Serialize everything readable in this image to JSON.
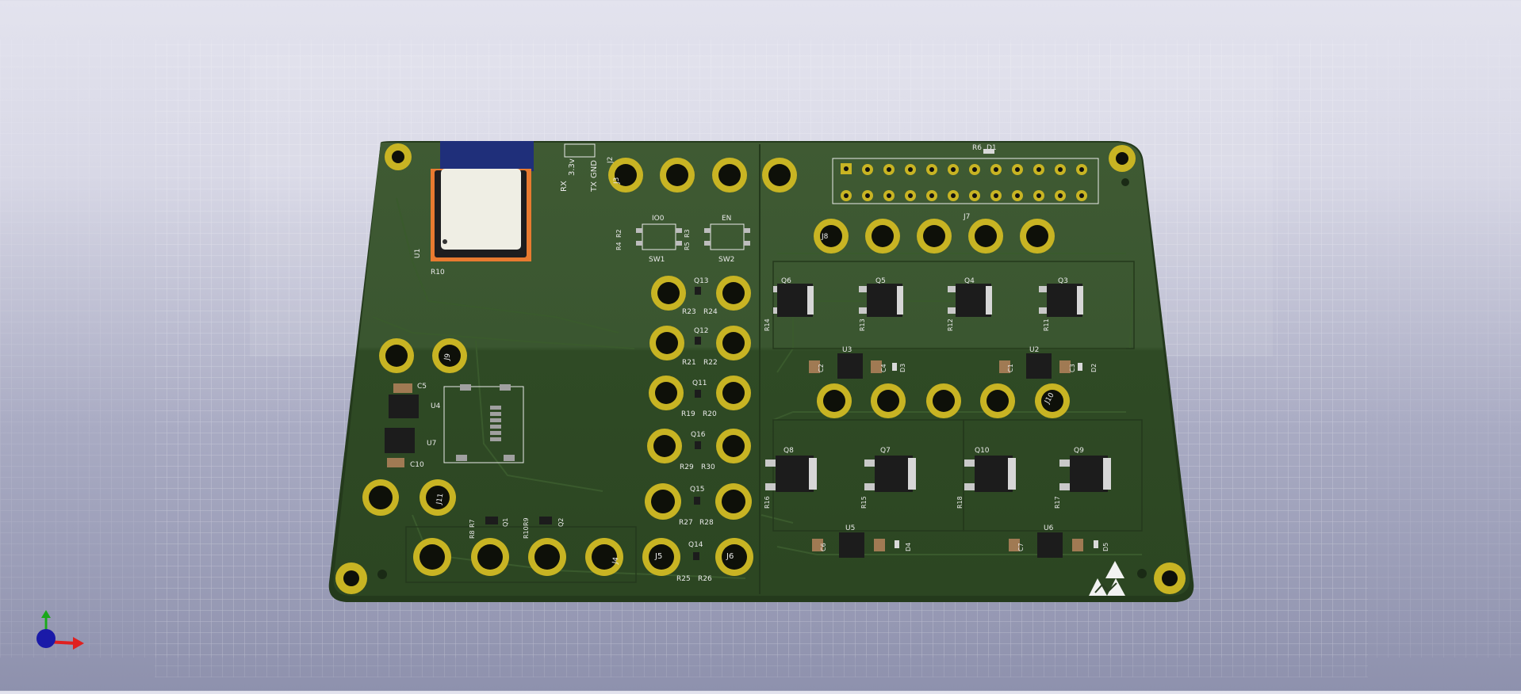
{
  "viewer": "3D PCB view",
  "colors": {
    "board": "#2f4a25",
    "board_edge": "#243a1c",
    "copper_pad": "#c8b423",
    "hole": "#0e1009",
    "silk": "#eaeaea",
    "ic": "#1c1c1c",
    "esp_module": "#efeee4",
    "antenna": "#1f2f7a"
  },
  "silkscreen": {
    "sw1": "SW1",
    "sw2": "SW2",
    "io0": "IO0",
    "en": "EN",
    "j2": "J2",
    "j3": "J3",
    "j4": "J4",
    "j5": "J5",
    "j6": "J6",
    "j7": "J7",
    "j8": "J8",
    "j9": "J9",
    "j10": "J10",
    "j11": "J11",
    "u1": "U1",
    "u2": "U2",
    "u3": "U3",
    "u4": "U4",
    "u5": "U5",
    "u6": "U6",
    "u7": "U7",
    "r10_top": "R10",
    "q1": "Q1",
    "q2": "Q2",
    "q3": "Q3",
    "q4": "Q4",
    "q5": "Q5",
    "q6": "Q6",
    "q7": "Q7",
    "q8": "Q8",
    "q9": "Q9",
    "q10": "Q10",
    "q11": "Q11",
    "q12": "Q12",
    "q13": "Q13",
    "q14": "Q14",
    "q15": "Q15",
    "q16": "Q16",
    "r2": "R2",
    "r3": "R3",
    "r4": "R4",
    "r5": "R5",
    "r6": "R6",
    "r7": "R7",
    "r8": "R8",
    "r9": "R9",
    "r10": "R10",
    "r11": "R11",
    "r12": "R12",
    "r13": "R13",
    "r14": "R14",
    "r15": "R15",
    "r16": "R16",
    "r17": "R17",
    "r18": "R18",
    "r19": "R19",
    "r20": "R20",
    "r21": "R21",
    "r22": "R22",
    "r23": "R23",
    "r24": "R24",
    "r25": "R25",
    "r26": "R26",
    "r27": "R27",
    "r28": "R28",
    "r29": "R29",
    "r30": "R30",
    "c1": "C1",
    "c2": "C2",
    "c3": "C3",
    "c4": "C4",
    "c5": "C5",
    "c6": "C6",
    "c7": "C7",
    "c10": "C10",
    "d1": "D1",
    "d2": "D2",
    "d3": "D3",
    "d4": "D4",
    "d5": "D5",
    "rx": "RX",
    "v33": "3.3v",
    "tx": "TX",
    "gnd": "GND"
  },
  "axes_gizmo": {
    "x": "x-axis",
    "y": "y-axis",
    "z": "z-axis"
  }
}
